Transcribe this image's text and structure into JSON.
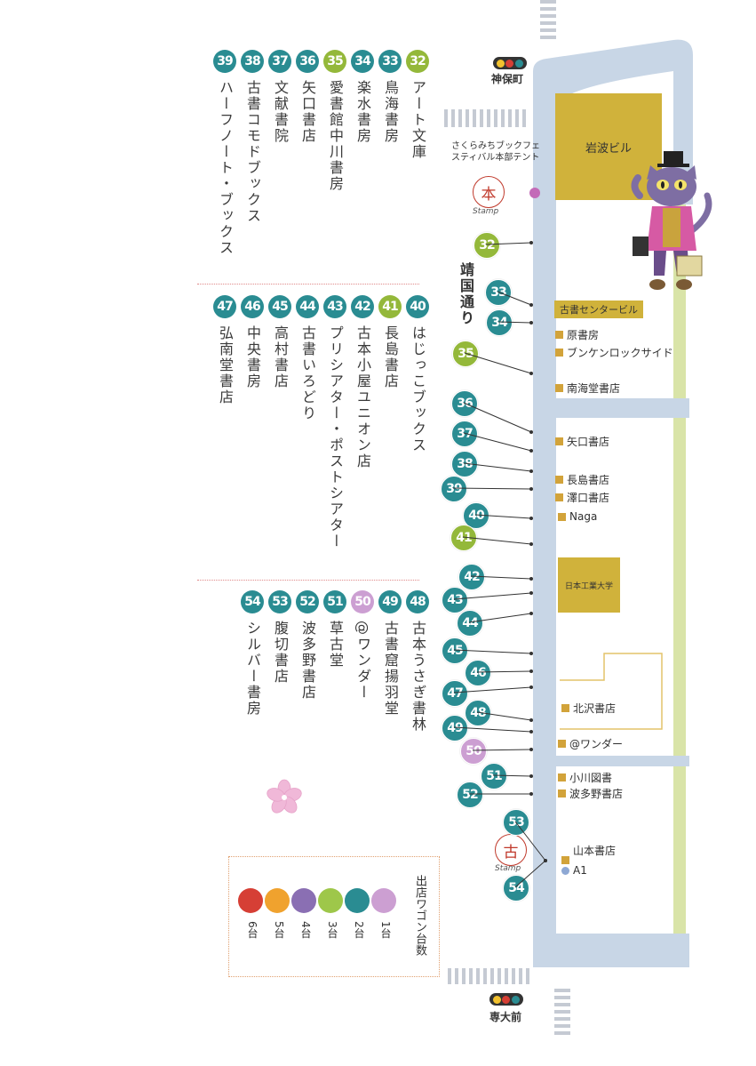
{
  "colors": {
    "teal": "#2a8c92",
    "green": "#94b83a",
    "pink": "#cc9fd2",
    "red": "#d63f35",
    "orange": "#f0a22e",
    "purple": "#8a6fb3",
    "light_green": "#9ec74a",
    "road": "#c8d6e6",
    "park": "#d9e4a8",
    "building": "#d0b23b"
  },
  "sections": [
    {
      "items": [
        {
          "num": "32",
          "name": "アート文庫",
          "color": "green"
        },
        {
          "num": "33",
          "name": "鳥海書房",
          "color": "teal"
        },
        {
          "num": "34",
          "name": "楽水書房",
          "color": "teal"
        },
        {
          "num": "35",
          "name": "愛書館中川書房",
          "color": "green"
        },
        {
          "num": "36",
          "name": "矢口書店",
          "color": "teal"
        },
        {
          "num": "37",
          "name": "文献書院",
          "color": "teal"
        },
        {
          "num": "38",
          "name": "古書コモドブックス",
          "color": "teal"
        },
        {
          "num": "39",
          "name": "ハーフノート・ブックス",
          "color": "teal"
        }
      ]
    },
    {
      "items": [
        {
          "num": "40",
          "name": "はじっこブックス",
          "color": "teal"
        },
        {
          "num": "41",
          "name": "長島書店",
          "color": "green"
        },
        {
          "num": "42",
          "name": "古本小屋ユニオン店",
          "color": "teal"
        },
        {
          "num": "43",
          "name": "プリシアター・ポストシアター",
          "color": "teal"
        },
        {
          "num": "44",
          "name": "古書いろどり",
          "color": "teal"
        },
        {
          "num": "45",
          "name": "高村書店",
          "color": "teal"
        },
        {
          "num": "46",
          "name": "中央書房",
          "color": "teal"
        },
        {
          "num": "47",
          "name": "弘南堂書店",
          "color": "teal"
        }
      ]
    },
    {
      "items": [
        {
          "num": "48",
          "name": "古本うさぎ書林",
          "color": "teal"
        },
        {
          "num": "49",
          "name": "古書窟揚羽堂",
          "color": "teal"
        },
        {
          "num": "50",
          "name": "@ワンダー",
          "color": "pink"
        },
        {
          "num": "51",
          "name": "草古堂",
          "color": "teal"
        },
        {
          "num": "52",
          "name": "波多野書店",
          "color": "teal"
        },
        {
          "num": "53",
          "name": "腹切書店",
          "color": "teal"
        },
        {
          "num": "54",
          "name": "シルバー書房",
          "color": "teal"
        }
      ]
    }
  ],
  "legend": {
    "title": "出店ワゴン台数",
    "items": [
      {
        "label": "6台",
        "color": "red"
      },
      {
        "label": "5台",
        "color": "orange"
      },
      {
        "label": "4台",
        "color": "purple"
      },
      {
        "label": "3台",
        "color": "light_green"
      },
      {
        "label": "2台",
        "color": "teal"
      },
      {
        "label": "1台",
        "color": "pink"
      }
    ]
  },
  "map": {
    "station_top": "神保町",
    "station_bottom": "専大前",
    "street_name": "靖国通り",
    "hq_tent": "さくらみちブックフェスティバル本部テント",
    "stamp_labels": [
      "Stamp",
      "Stamp"
    ],
    "stamp_chars": [
      "本",
      "古"
    ],
    "buildings": {
      "iwanami": "岩波ビル",
      "koshocenter": "古書センタービル",
      "nihon_kogyo": "日本工業大学"
    },
    "shops": [
      "原書房",
      "ブンケンロックサイド",
      "南海堂書店",
      "矢口書店",
      "長島書店",
      "澤口書店",
      "Naga",
      "北沢書店",
      "@ワンダー",
      "小川図書",
      "波多野書店",
      "山本書店",
      "A1"
    ],
    "badges": [
      {
        "num": "32",
        "color": "green"
      },
      {
        "num": "33",
        "color": "teal"
      },
      {
        "num": "34",
        "color": "teal"
      },
      {
        "num": "35",
        "color": "green"
      },
      {
        "num": "36",
        "color": "teal"
      },
      {
        "num": "37",
        "color": "teal"
      },
      {
        "num": "38",
        "color": "teal"
      },
      {
        "num": "39",
        "color": "teal"
      },
      {
        "num": "40",
        "color": "teal"
      },
      {
        "num": "41",
        "color": "green"
      },
      {
        "num": "42",
        "color": "teal"
      },
      {
        "num": "43",
        "color": "teal"
      },
      {
        "num": "44",
        "color": "teal"
      },
      {
        "num": "45",
        "color": "teal"
      },
      {
        "num": "46",
        "color": "teal"
      },
      {
        "num": "47",
        "color": "teal"
      },
      {
        "num": "48",
        "color": "teal"
      },
      {
        "num": "49",
        "color": "teal"
      },
      {
        "num": "50",
        "color": "pink"
      },
      {
        "num": "51",
        "color": "teal"
      },
      {
        "num": "52",
        "color": "teal"
      },
      {
        "num": "53",
        "color": "teal"
      },
      {
        "num": "54",
        "color": "teal"
      }
    ]
  }
}
